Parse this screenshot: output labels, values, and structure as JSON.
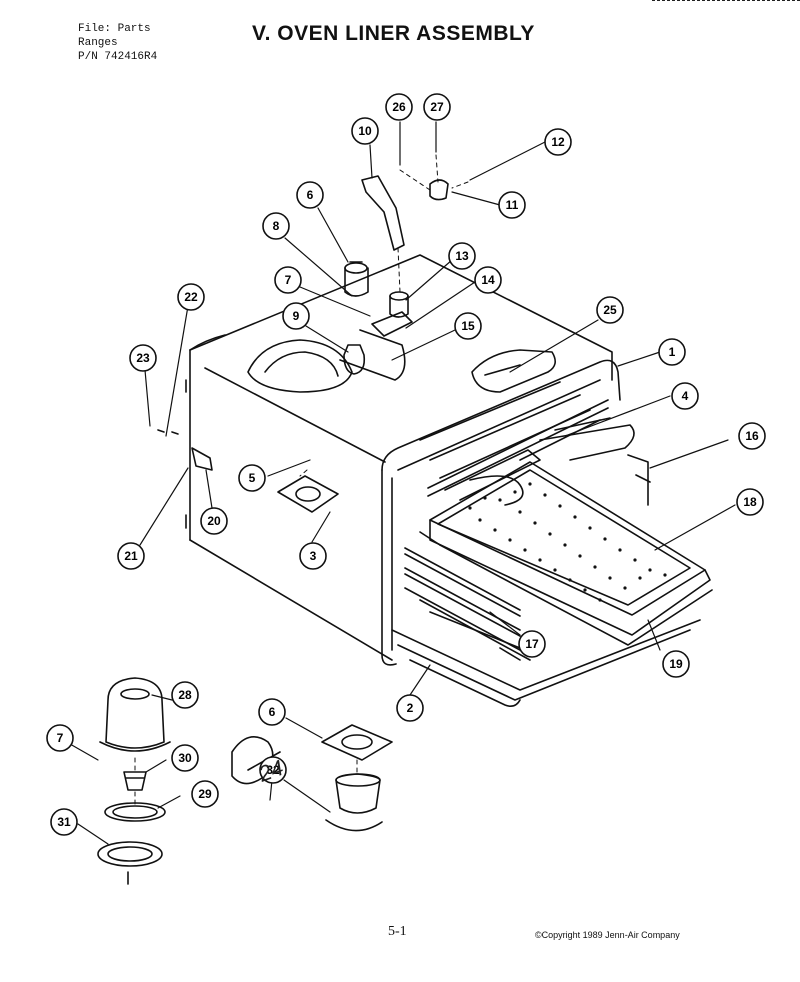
{
  "header": {
    "file_line": "File: Parts",
    "category_line": "Ranges",
    "part_number_line": "P/N 742416R4",
    "title": "V. OVEN LINER ASSEMBLY"
  },
  "callouts": [
    "1",
    "2",
    "3",
    "4",
    "5",
    "6",
    "7",
    "8",
    "9",
    "10",
    "11",
    "12",
    "13",
    "14",
    "15",
    "16",
    "17",
    "18",
    "19",
    "20",
    "21",
    "22",
    "23",
    "25",
    "26",
    "27",
    "28",
    "6",
    "7",
    "29",
    "30",
    "31",
    "32"
  ],
  "handwritten_note": "24",
  "footer": {
    "page_number": "5-1",
    "copyright": "©Copyright 1989 Jenn-Air Company"
  }
}
